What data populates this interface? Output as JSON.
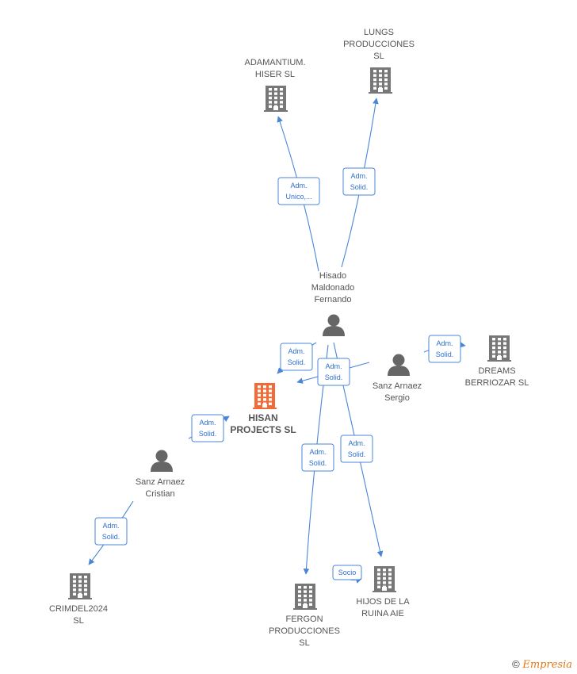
{
  "colors": {
    "edge": "#4a86d8",
    "company": "#777777",
    "company_main": "#f26a35",
    "person": "#666666"
  },
  "nodes": [
    {
      "id": "adamantium",
      "kind": "company",
      "icon": "building-icon",
      "label": [
        "ADAMANTIUM.",
        "HISER  SL"
      ]
    },
    {
      "id": "lungs",
      "kind": "company",
      "icon": "building-icon",
      "label": [
        "LUNGS",
        "PRODUCCIONES",
        "SL"
      ]
    },
    {
      "id": "hisado",
      "kind": "person",
      "icon": "person-icon",
      "label": [
        "Hisado",
        "Maldonado",
        "Fernando"
      ]
    },
    {
      "id": "dreams",
      "kind": "company",
      "icon": "building-icon",
      "label": [
        "DREAMS",
        "BERRIOZAR  SL"
      ]
    },
    {
      "id": "sergio",
      "kind": "person",
      "icon": "person-icon",
      "label": [
        "Sanz Arnaez",
        "Sergio"
      ]
    },
    {
      "id": "hisan",
      "kind": "company_main",
      "icon": "building-icon",
      "label": [
        "HISAN",
        "PROJECTS  SL"
      ]
    },
    {
      "id": "cristian",
      "kind": "person",
      "icon": "person-icon",
      "label": [
        "Sanz Arnaez",
        "Cristian"
      ]
    },
    {
      "id": "crimdel",
      "kind": "company",
      "icon": "building-icon",
      "label": [
        "CRIMDEL2024",
        "SL"
      ]
    },
    {
      "id": "fergon",
      "kind": "company",
      "icon": "building-icon",
      "label": [
        "FERGON",
        "PRODUCCIONES",
        "SL"
      ]
    },
    {
      "id": "hijos",
      "kind": "company",
      "icon": "building-icon",
      "label": [
        "HIJOS DE LA",
        "RUINA AIE"
      ]
    }
  ],
  "edges": [
    {
      "from": "hisado",
      "to": "adamantium",
      "label": [
        "Adm.",
        "Unico,..."
      ]
    },
    {
      "from": "hisado",
      "to": "lungs",
      "label": [
        "Adm.",
        "Solid."
      ]
    },
    {
      "from": "hisado",
      "to": "hisan",
      "label": [
        "Adm.",
        "Solid."
      ]
    },
    {
      "from": "sergio",
      "to": "hisan",
      "label": [
        "Adm.",
        "Solid."
      ]
    },
    {
      "from": "sergio",
      "to": "dreams",
      "label": [
        "Adm.",
        "Solid."
      ]
    },
    {
      "from": "cristian",
      "to": "hisan",
      "label": [
        "Adm.",
        "Solid."
      ]
    },
    {
      "from": "cristian",
      "to": "crimdel",
      "label": [
        "Adm.",
        "Solid."
      ]
    },
    {
      "from": "hisado",
      "to": "fergon",
      "label": [
        "Adm.",
        "Solid."
      ]
    },
    {
      "from": "hisado",
      "to": "hijos",
      "label": [
        "Adm.",
        "Solid."
      ]
    },
    {
      "from": "fergon",
      "to": "hijos",
      "label": [
        "Socio"
      ]
    }
  ],
  "footer": {
    "copyright": "©",
    "brand": "Empresia"
  }
}
